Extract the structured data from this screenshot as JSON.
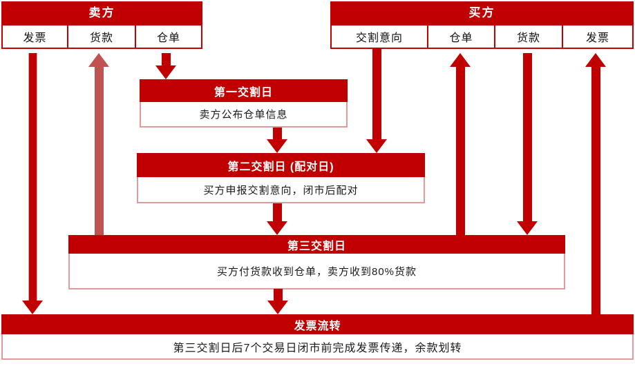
{
  "seller": {
    "title": "卖方",
    "columns": [
      "发票",
      "货款",
      "仓单"
    ]
  },
  "buyer": {
    "title": "买方",
    "columns": [
      "交割意向",
      "仓单",
      "货款",
      "发票"
    ]
  },
  "stages": [
    {
      "title": "第一交割日",
      "description": "卖方公布仓单信息"
    },
    {
      "title": "第二交割日 (配对日)",
      "description": "买方申报交割意向，闭市后配对"
    },
    {
      "title": "第三交割日",
      "description": "买方付货款收到仓单，卖方收到80%货款"
    },
    {
      "title": "发票流转",
      "description": "第三交割日后7个交易日闭市前完成发票传递，余款划转"
    }
  ],
  "colors": {
    "primary_red": "#c00000",
    "muted_arrow_red": "#bf5351",
    "body_border_pink": "#e09a9a"
  }
}
